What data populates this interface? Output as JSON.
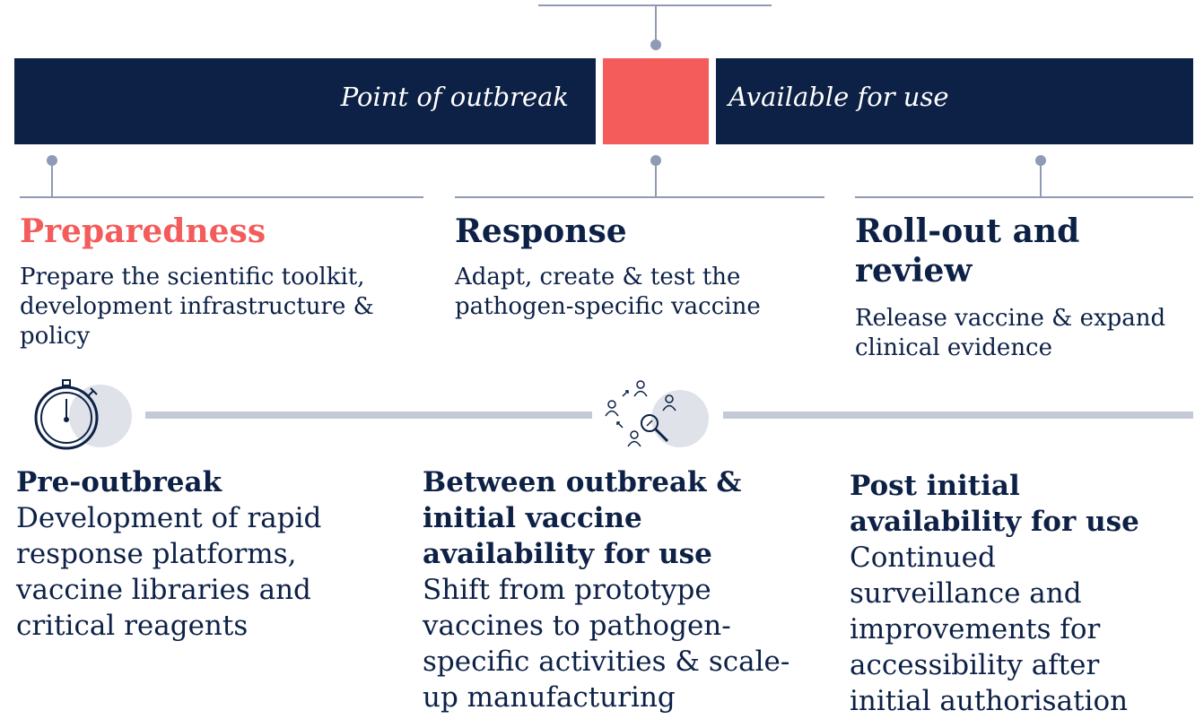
{
  "band": {
    "left_label": "Point of outbreak",
    "right_label": "Available for use",
    "marker_color": "#f45b5b",
    "band_color": "#0d2146"
  },
  "phases": [
    {
      "title": "Preparedness",
      "description": "Prepare the scientific toolkit, development infrastructure & policy",
      "title_color": "#f45b5b"
    },
    {
      "title": "Response",
      "description": "Adapt, create & test the pathogen-specific vaccine",
      "title_color": "#0d2146"
    },
    {
      "title": "Roll-out and review",
      "description": "Release vaccine & expand clinical evidence",
      "title_color": "#0d2146"
    }
  ],
  "timeline": [
    {
      "title": "Pre-outbreak",
      "description": "Development of rapid response platforms, vaccine libraries and critical reagents",
      "icon": "stopwatch-icon"
    },
    {
      "title": "Between outbreak & initial vaccine availability for use",
      "description": "Shift from prototype vaccines to pathogen-specific activities & scale-up manufacturing",
      "icon": "people-network-icon"
    },
    {
      "title": "Post initial availability for use",
      "description": "Continued surveillance and improvements for accessibility after initial authorisation",
      "icon": null
    }
  ]
}
